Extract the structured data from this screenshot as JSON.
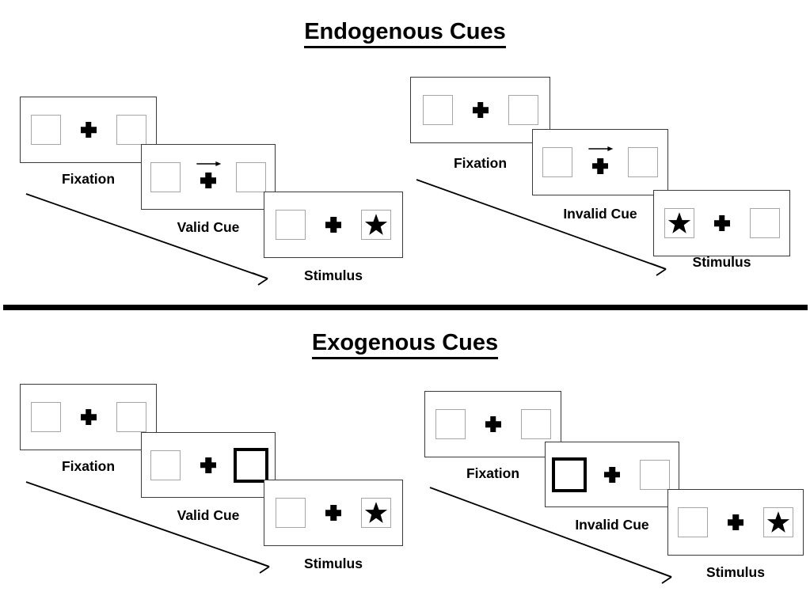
{
  "figure": {
    "background_color": "#ffffff",
    "ink_color": "#000000",
    "box_outline_color": "#a6a6a6",
    "panel_outline_color": "#3a3a3a"
  },
  "sections": [
    {
      "id": "endogenous",
      "title": "Endogenous Cues",
      "sequences": [
        {
          "id": "endogenous-valid",
          "condition": "valid",
          "frames": [
            {
              "caption": "Fixation",
              "cue_type": "none",
              "left_box": {
                "style": "normal",
                "content": "empty"
              },
              "right_box": {
                "style": "normal",
                "content": "empty"
              },
              "center": {
                "fixation_cross": true,
                "arrow": "none"
              }
            },
            {
              "caption": "Valid Cue",
              "cue_type": "central-arrow",
              "left_box": {
                "style": "normal",
                "content": "empty"
              },
              "right_box": {
                "style": "normal",
                "content": "empty"
              },
              "center": {
                "fixation_cross": true,
                "arrow": "right"
              }
            },
            {
              "caption": "Stimulus",
              "cue_type": "none",
              "left_box": {
                "style": "normal",
                "content": "empty"
              },
              "right_box": {
                "style": "normal",
                "content": "star"
              },
              "center": {
                "fixation_cross": true,
                "arrow": "none"
              }
            }
          ]
        },
        {
          "id": "endogenous-invalid",
          "condition": "invalid",
          "frames": [
            {
              "caption": "Fixation",
              "cue_type": "none",
              "left_box": {
                "style": "normal",
                "content": "empty"
              },
              "right_box": {
                "style": "normal",
                "content": "empty"
              },
              "center": {
                "fixation_cross": true,
                "arrow": "none"
              }
            },
            {
              "caption": "Invalid Cue",
              "cue_type": "central-arrow",
              "left_box": {
                "style": "normal",
                "content": "empty"
              },
              "right_box": {
                "style": "normal",
                "content": "empty"
              },
              "center": {
                "fixation_cross": true,
                "arrow": "right"
              }
            },
            {
              "caption": "Stimulus",
              "cue_type": "none",
              "left_box": {
                "style": "normal",
                "content": "star"
              },
              "right_box": {
                "style": "normal",
                "content": "empty"
              },
              "center": {
                "fixation_cross": true,
                "arrow": "none"
              }
            }
          ]
        }
      ]
    },
    {
      "id": "exogenous",
      "title": "Exogenous Cues",
      "sequences": [
        {
          "id": "exogenous-valid",
          "condition": "valid",
          "frames": [
            {
              "caption": "Fixation",
              "cue_type": "none",
              "left_box": {
                "style": "normal",
                "content": "empty"
              },
              "right_box": {
                "style": "normal",
                "content": "empty"
              },
              "center": {
                "fixation_cross": true,
                "arrow": "none"
              }
            },
            {
              "caption": "Valid Cue",
              "cue_type": "peripheral-flash",
              "left_box": {
                "style": "normal",
                "content": "empty"
              },
              "right_box": {
                "style": "highlighted",
                "content": "empty"
              },
              "center": {
                "fixation_cross": true,
                "arrow": "none"
              }
            },
            {
              "caption": "Stimulus",
              "cue_type": "none",
              "left_box": {
                "style": "normal",
                "content": "empty"
              },
              "right_box": {
                "style": "normal",
                "content": "star"
              },
              "center": {
                "fixation_cross": true,
                "arrow": "none"
              }
            }
          ]
        },
        {
          "id": "exogenous-invalid",
          "condition": "invalid",
          "frames": [
            {
              "caption": "Fixation",
              "cue_type": "none",
              "left_box": {
                "style": "normal",
                "content": "empty"
              },
              "right_box": {
                "style": "normal",
                "content": "empty"
              },
              "center": {
                "fixation_cross": true,
                "arrow": "none"
              }
            },
            {
              "caption": "Invalid Cue",
              "cue_type": "peripheral-flash",
              "left_box": {
                "style": "highlighted",
                "content": "empty"
              },
              "right_box": {
                "style": "normal",
                "content": "empty"
              },
              "center": {
                "fixation_cross": true,
                "arrow": "none"
              }
            },
            {
              "caption": "Stimulus",
              "cue_type": "none",
              "left_box": {
                "style": "normal",
                "content": "empty"
              },
              "right_box": {
                "style": "normal",
                "content": "star"
              },
              "center": {
                "fixation_cross": true,
                "arrow": "none"
              }
            }
          ]
        }
      ]
    }
  ],
  "time_arrows": {
    "count": 4,
    "direction": "down-right",
    "meaning": "time"
  }
}
